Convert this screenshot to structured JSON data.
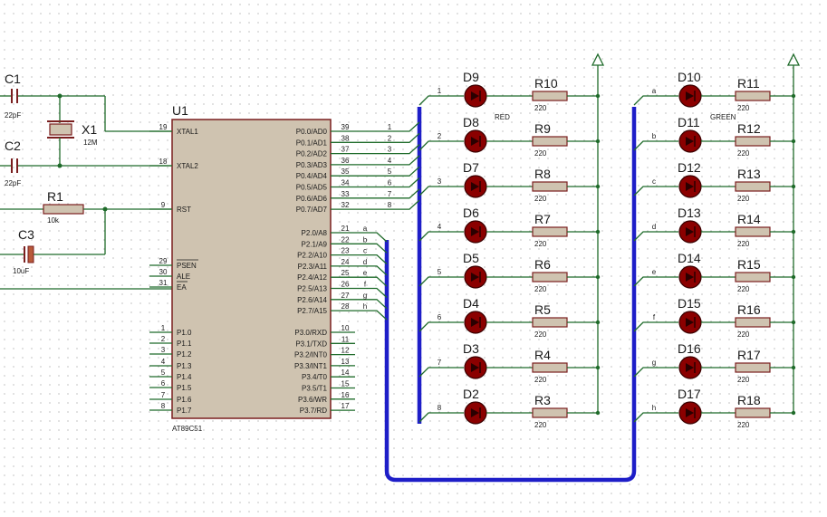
{
  "mcu": {
    "ref": "U1",
    "part": "AT89C51",
    "left_pins": [
      {
        "num": "19",
        "name": "XTAL1"
      },
      {
        "num": "18",
        "name": "XTAL2"
      },
      {
        "num": "9",
        "name": "RST"
      },
      {
        "num": "29",
        "name": "PSEN"
      },
      {
        "num": "30",
        "name": "ALE"
      },
      {
        "num": "31",
        "name": "EA"
      },
      {
        "num": "1",
        "name": "P1.0"
      },
      {
        "num": "2",
        "name": "P1.1"
      },
      {
        "num": "3",
        "name": "P1.2"
      },
      {
        "num": "4",
        "name": "P1.3"
      },
      {
        "num": "5",
        "name": "P1.4"
      },
      {
        "num": "6",
        "name": "P1.5"
      },
      {
        "num": "7",
        "name": "P1.6"
      },
      {
        "num": "8",
        "name": "P1.7"
      }
    ],
    "p0_pins": [
      {
        "num": "39",
        "name": "P0.0/AD0",
        "net": "1"
      },
      {
        "num": "38",
        "name": "P0.1/AD1",
        "net": "2"
      },
      {
        "num": "37",
        "name": "P0.2/AD2",
        "net": "3"
      },
      {
        "num": "36",
        "name": "P0.3/AD3",
        "net": "4"
      },
      {
        "num": "35",
        "name": "P0.4/AD4",
        "net": "5"
      },
      {
        "num": "34",
        "name": "P0.5/AD5",
        "net": "6"
      },
      {
        "num": "33",
        "name": "P0.6/AD6",
        "net": "7"
      },
      {
        "num": "32",
        "name": "P0.7/AD7",
        "net": "8"
      }
    ],
    "p2_pins": [
      {
        "num": "21",
        "name": "P2.0/A8",
        "net": "a"
      },
      {
        "num": "22",
        "name": "P2.1/A9",
        "net": "b"
      },
      {
        "num": "23",
        "name": "P2.2/A10",
        "net": "c"
      },
      {
        "num": "24",
        "name": "P2.3/A11",
        "net": "d"
      },
      {
        "num": "25",
        "name": "P2.4/A12",
        "net": "e"
      },
      {
        "num": "26",
        "name": "P2.5/A13",
        "net": "f"
      },
      {
        "num": "27",
        "name": "P2.6/A14",
        "net": "g"
      },
      {
        "num": "28",
        "name": "P2.7/A15",
        "net": "h"
      }
    ],
    "p3_pins": [
      {
        "num": "10",
        "name": "P3.0/RXD"
      },
      {
        "num": "11",
        "name": "P3.1/TXD"
      },
      {
        "num": "12",
        "name": "P3.2/INT0"
      },
      {
        "num": "13",
        "name": "P3.3/INT1"
      },
      {
        "num": "14",
        "name": "P3.4/T0"
      },
      {
        "num": "15",
        "name": "P3.5/T1"
      },
      {
        "num": "16",
        "name": "P3.6/WR"
      },
      {
        "num": "17",
        "name": "P3.7/RD"
      }
    ]
  },
  "components": {
    "c1": {
      "ref": "C1",
      "value": "22pF"
    },
    "c2": {
      "ref": "C2",
      "value": "22pF"
    },
    "x1": {
      "ref": "X1",
      "value": "12M"
    },
    "r1": {
      "ref": "R1",
      "value": "10k"
    },
    "c3": {
      "ref": "C3",
      "value": "10uF"
    }
  },
  "red_column": {
    "color_label": "RED",
    "rows": [
      {
        "net": "1",
        "led": "D9",
        "res": "R10",
        "value": "220"
      },
      {
        "net": "2",
        "led": "D8",
        "res": "R9",
        "value": "220"
      },
      {
        "net": "3",
        "led": "D7",
        "res": "R8",
        "value": "220"
      },
      {
        "net": "4",
        "led": "D6",
        "res": "R7",
        "value": "220"
      },
      {
        "net": "5",
        "led": "D5",
        "res": "R6",
        "value": "220"
      },
      {
        "net": "6",
        "led": "D4",
        "res": "R5",
        "value": "220"
      },
      {
        "net": "7",
        "led": "D3",
        "res": "R4",
        "value": "220"
      },
      {
        "net": "8",
        "led": "D2",
        "res": "R3",
        "value": "220"
      }
    ]
  },
  "green_column": {
    "color_label": "GREEN",
    "rows": [
      {
        "net": "a",
        "led": "D10",
        "res": "R11",
        "value": "220"
      },
      {
        "net": "b",
        "led": "D11",
        "res": "R12",
        "value": "220"
      },
      {
        "net": "c",
        "led": "D12",
        "res": "R13",
        "value": "220"
      },
      {
        "net": "d",
        "led": "D13",
        "res": "R14",
        "value": "220"
      },
      {
        "net": "e",
        "led": "D14",
        "res": "R15",
        "value": "220"
      },
      {
        "net": "f",
        "led": "D15",
        "res": "R16",
        "value": "220"
      },
      {
        "net": "g",
        "led": "D16",
        "res": "R17",
        "value": "220"
      },
      {
        "net": "h",
        "led": "D17",
        "res": "R18",
        "value": "220"
      }
    ]
  },
  "colors": {
    "wire": "#1f6b2a",
    "bus": "#1e1ec8",
    "component_outline": "#7a1f1f",
    "component_fill": "#cfc3b0",
    "led_fill": "#8b0000",
    "grid_dot": "#9a9a9a"
  }
}
